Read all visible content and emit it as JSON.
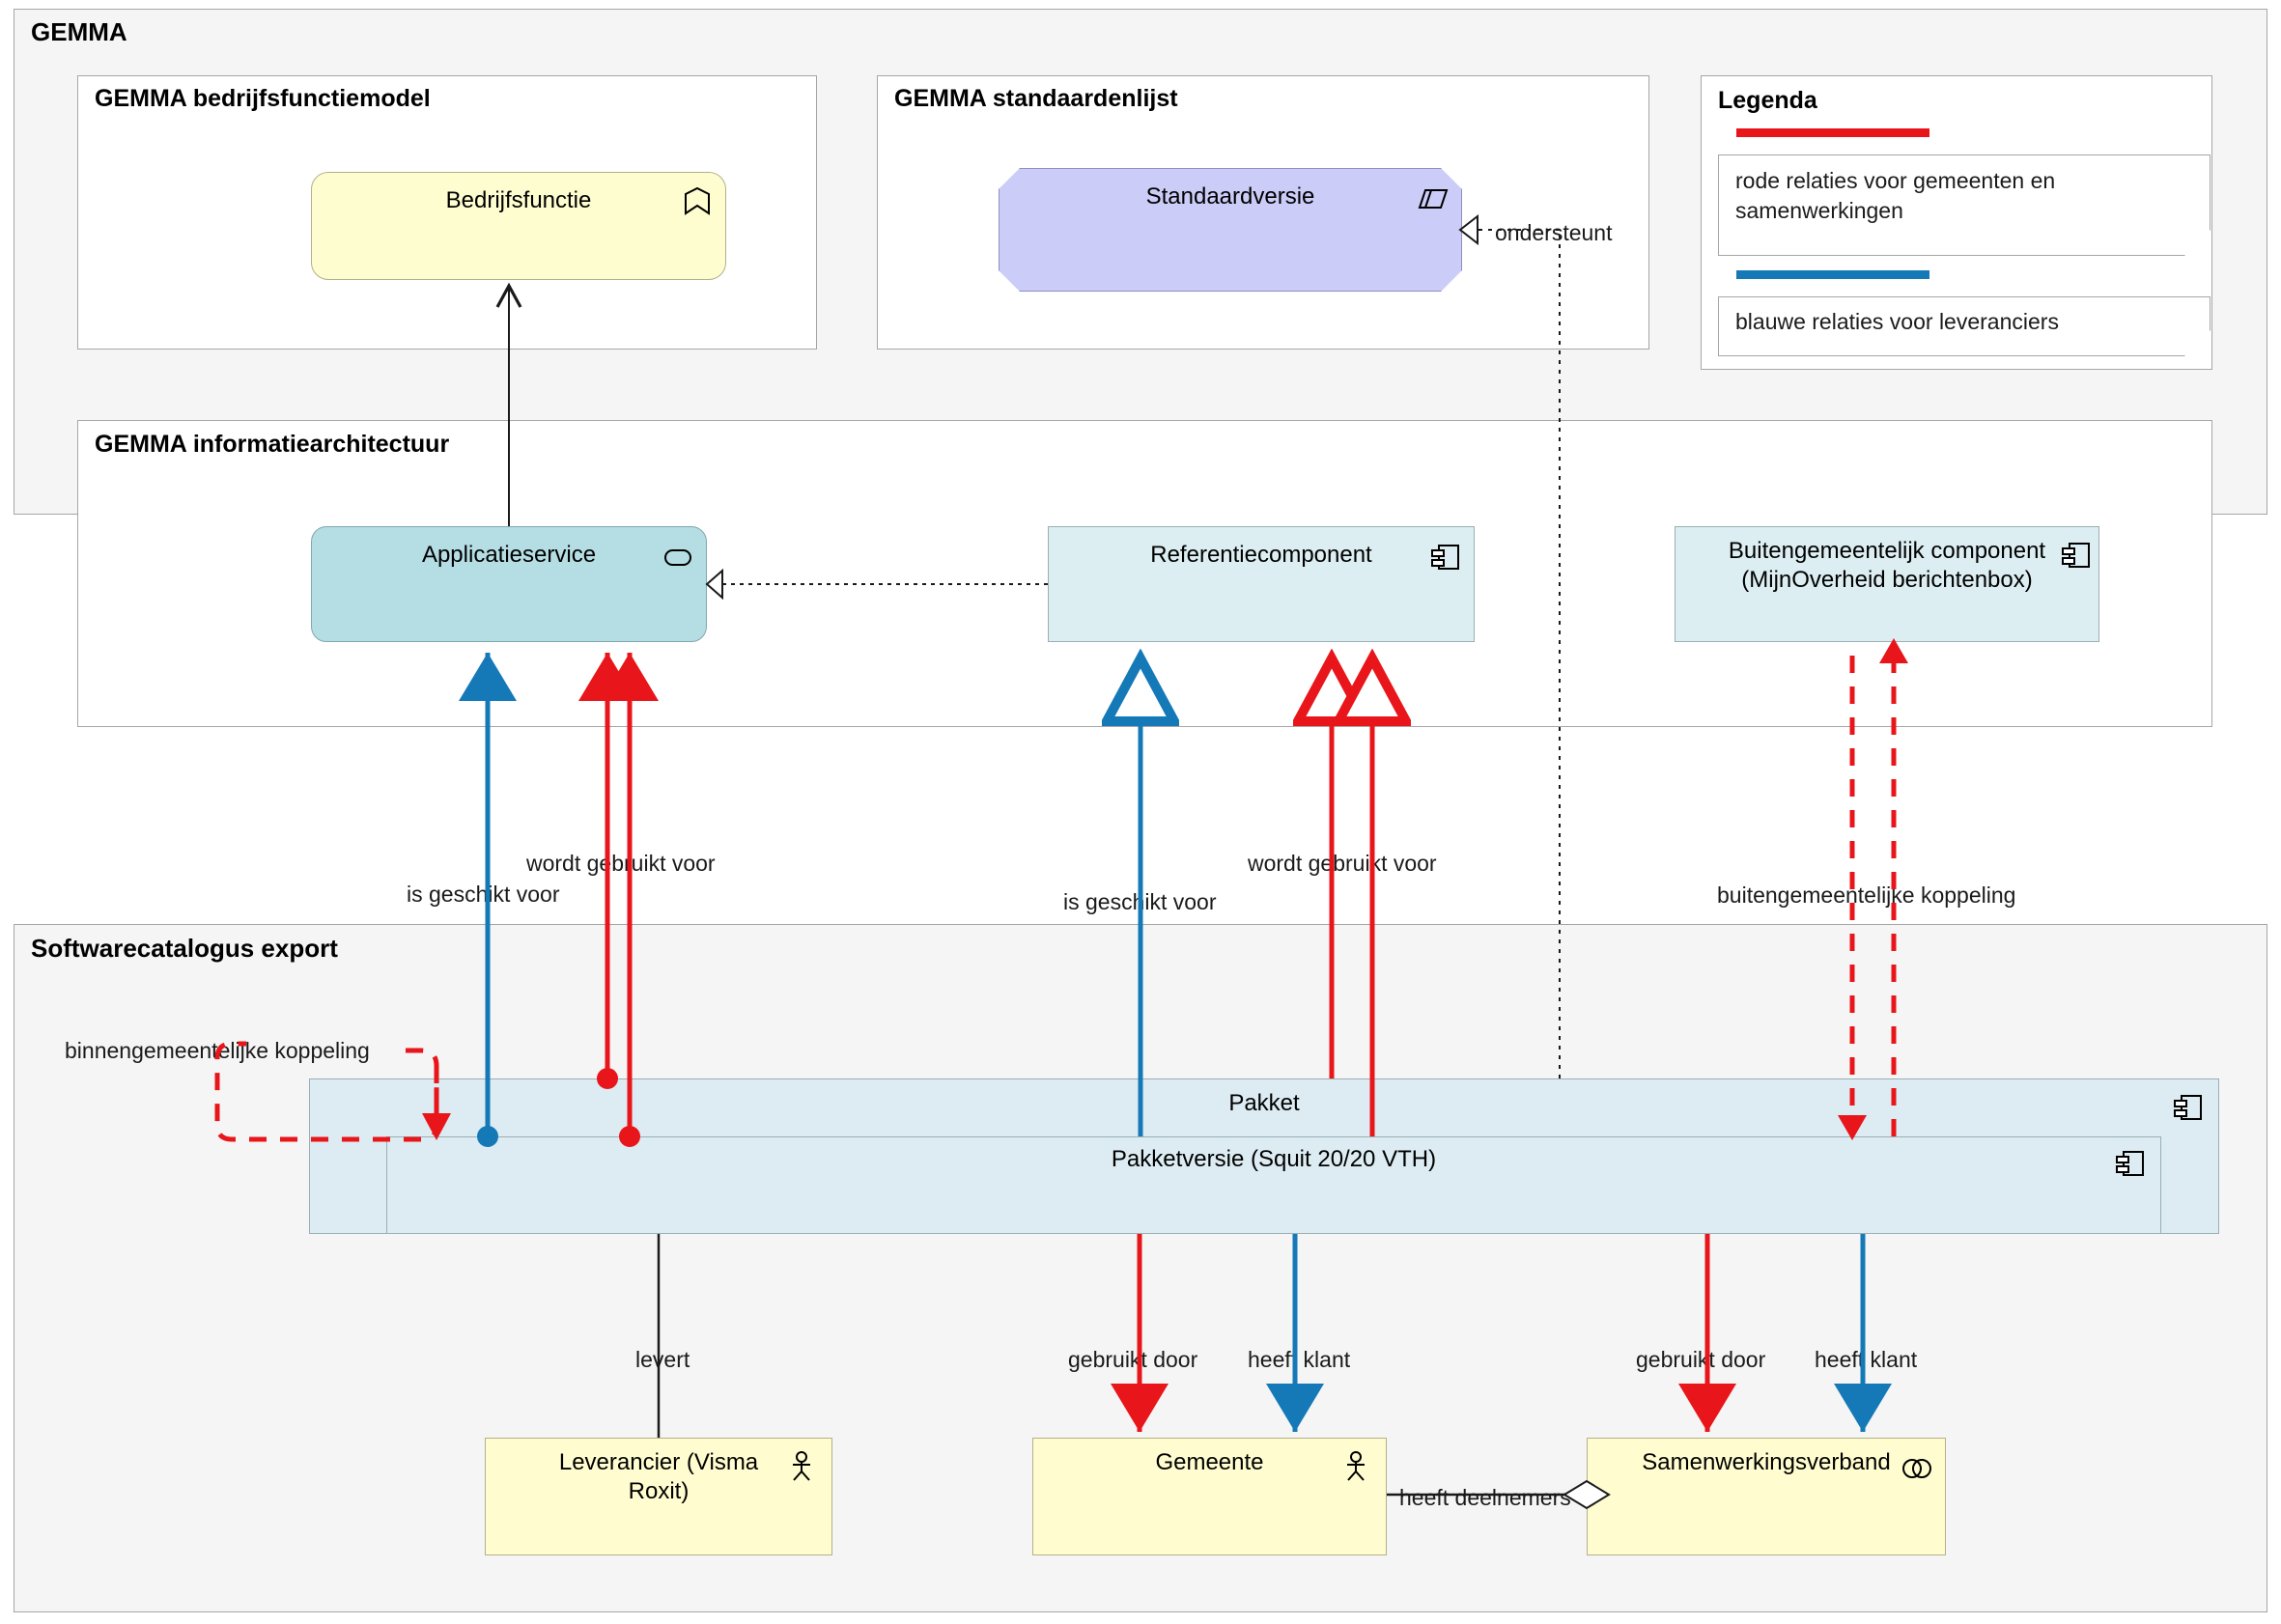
{
  "diagram": {
    "title": "GEMMA architecture / Softwarecatalogus export mapping"
  },
  "groups": {
    "gemma": {
      "label": "GEMMA"
    },
    "bedrijfsfunctiemodel": {
      "label": "GEMMA bedrijfsfunctiemodel"
    },
    "standaardenlijst": {
      "label": "GEMMA standaardenlijst"
    },
    "informatiearchitectuur": {
      "label": "GEMMA informatiearchitectuur"
    },
    "softwarecatalogus": {
      "label": "Softwarecatalogus export"
    }
  },
  "legend": {
    "title": "Legenda",
    "items": [
      {
        "color": "#e8161a",
        "text": "rode relaties voor gemeenten en samenwerkingen"
      },
      {
        "color": "#1579b8",
        "text": "blauwe relaties voor leveranciers"
      }
    ]
  },
  "nodes": {
    "bedrijfsfunctie": {
      "label": "Bedrijfsfunctie",
      "icon": "business-function-icon"
    },
    "standaardversie": {
      "label": "Standaardversie",
      "icon": "contract-icon"
    },
    "applicatieservice": {
      "label": "Applicatieservice",
      "icon": "application-service-icon"
    },
    "referentiecomponent": {
      "label": "Referentiecomponent",
      "icon": "application-component-icon"
    },
    "buitengemeentelijk": {
      "label_line1": "Buitengemeentelijk component",
      "label_line2": "(MijnOverheid berichtenbox)",
      "icon": "application-component-icon"
    },
    "pakket": {
      "label": "Pakket",
      "icon": "application-component-icon"
    },
    "pakketversie": {
      "label": "Pakketversie (Squit 20/20 VTH)",
      "icon": "application-component-icon"
    },
    "leverancier": {
      "label": "Leverancier (Visma Roxit)",
      "icon": "business-actor-icon"
    },
    "gemeente": {
      "label": "Gemeente",
      "icon": "business-actor-icon"
    },
    "samenwerkingsverband": {
      "label": "Samenwerkingsverband",
      "icon": "business-collaboration-icon"
    }
  },
  "edge_labels": {
    "ondersteunt": "ondersteunt",
    "is_geschikt_voor_left": "is geschikt voor",
    "wordt_gebruikt_voor_left": "wordt gebruikt voor",
    "is_geschikt_voor_mid": "is geschikt voor",
    "wordt_gebruikt_voor_mid": "wordt gebruikt voor",
    "buitengemeentelijke_koppeling": "buitengemeentelijke koppeling",
    "binnengemeentelijke_koppeling": "binnengemeentelijke koppeling",
    "levert": "levert",
    "gebruikt_door_left": "gebruikt door",
    "heeft_klant_left": "heeft klant",
    "gebruikt_door_right": "gebruikt door",
    "heeft_klant_right": "heeft klant",
    "heeft_deelnemers": "heeft deelnemers"
  },
  "colors": {
    "red": "#e8161a",
    "blue": "#1579b8",
    "black": "#1a1a1a",
    "group_fill": "#f5f5f5",
    "group_border": "#a6a6a6"
  }
}
